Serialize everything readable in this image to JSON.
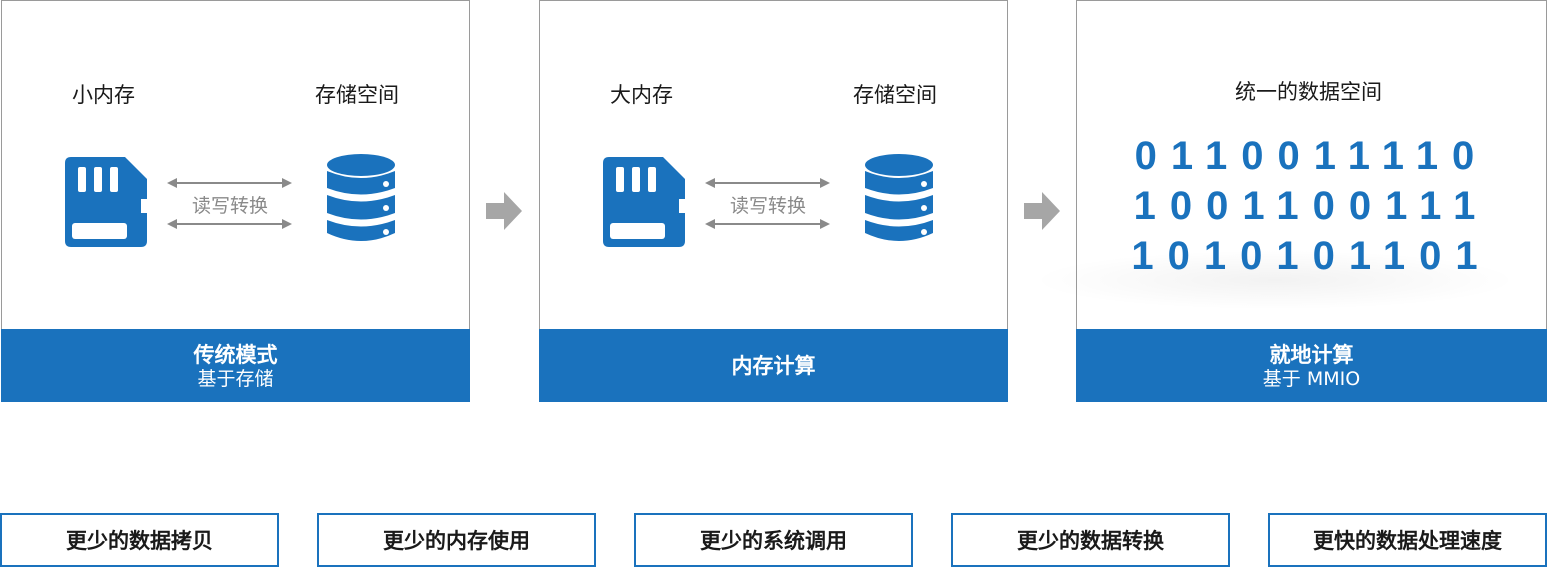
{
  "panels": [
    {
      "left_label": "小内存",
      "right_label": "存储空间",
      "convert_label": "读写转换",
      "footer_title": "传统模式",
      "footer_subtitle": "基于存储"
    },
    {
      "left_label": "大内存",
      "right_label": "存储空间",
      "convert_label": "读写转换",
      "footer_title": "内存计算"
    },
    {
      "top_label": "统一的数据空间",
      "binary_rows": [
        "0110011110",
        "1001100111",
        "1010101101"
      ],
      "footer_title": "就地计算",
      "footer_subtitle": "基于 MMIO"
    }
  ],
  "benefits": [
    "更少的数据拷贝",
    "更少的内存使用",
    "更少的系统调用",
    "更少的数据转换",
    "更快的数据处理速度"
  ],
  "colors": {
    "accent": "#1a72bd",
    "arrow_gray": "#a6a6a6",
    "convert_gray": "#8a8a8a"
  },
  "icons": [
    "memory-card-icon",
    "database-icon",
    "double-arrow-icon",
    "flow-arrow-icon"
  ]
}
